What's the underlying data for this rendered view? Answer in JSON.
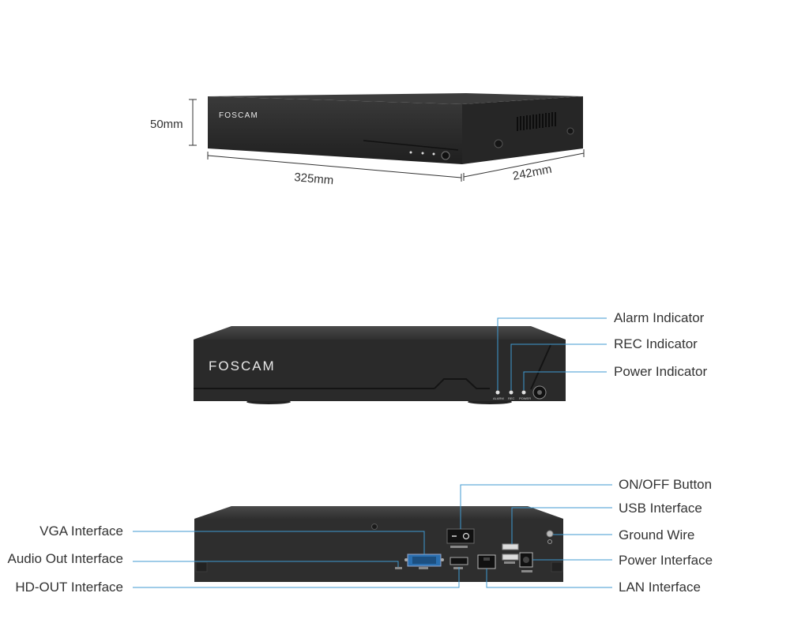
{
  "brand": "FOSCAM",
  "dimensions": {
    "height": "50mm",
    "width": "325mm",
    "depth": "242mm"
  },
  "front_labels": {
    "alarm": "Alarm Indicator",
    "rec": "REC Indicator",
    "power": "Power Indicator"
  },
  "panel_markings": {
    "alarm": "ALARM",
    "rec": "REC",
    "power": "POWER"
  },
  "back_labels": {
    "vga": "VGA Interface",
    "audio": "Audio Out Interface",
    "hdout": "HD-OUT Interface",
    "onoff": "ON/OFF Button",
    "usb": "USB Interface",
    "ground": "Ground Wire",
    "power": "Power Interface",
    "lan": "LAN Interface"
  },
  "colors": {
    "leader": "#3f9ad1",
    "device": "#2b2b2b",
    "label": "#333333"
  }
}
